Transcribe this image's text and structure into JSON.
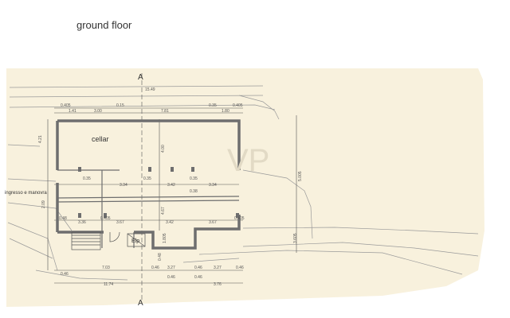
{
  "page": {
    "title": "ground floor"
  },
  "plan": {
    "rooms": {
      "cellar": "cellar",
      "entrance": "ingresso e manovra",
      "lift": "Elp"
    },
    "section_marker": "A",
    "watermark": "VP",
    "dims_top": [
      "15.49",
      "0.405",
      "1.41",
      "3.00",
      "0.15",
      "7.81",
      "0.35",
      "1.80",
      "0.405"
    ],
    "dims_row1": [
      "0.35",
      "3.34",
      "3.42",
      "3.34"
    ],
    "dims_row2": [
      "0.35",
      "0.35",
      "0.38"
    ],
    "dims_row3": [
      "0.48",
      "3.36",
      "0.405",
      "3.67",
      "3.42",
      "3.67",
      "0.405"
    ],
    "dims_bottom1": [
      "7.03",
      "0.46",
      "3.27",
      "0.46",
      "3.27",
      "0.46"
    ],
    "dims_bottom2": [
      "0.46",
      "11.74",
      "0.46",
      "0.46",
      "3.76"
    ],
    "dims_vertical": [
      "5.005",
      "4.00",
      "4.67",
      "3.605",
      "1.805",
      "0.48",
      "2.09",
      "4.21"
    ],
    "colors": {
      "paper": "#f8f1dd",
      "wall": "#6e6e6e",
      "line": "#9a9a9a",
      "dim": "#555555"
    }
  }
}
